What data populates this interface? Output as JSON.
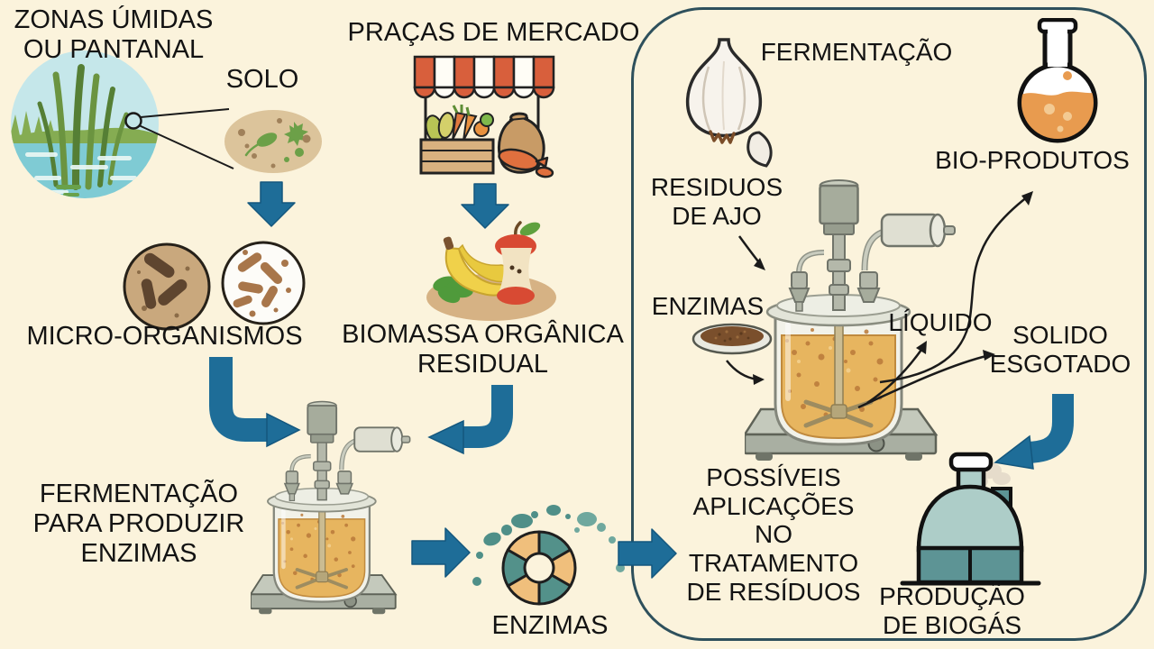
{
  "labels": {
    "wetlands": "ZONAS ÚMIDAS\nOU PANTANAL",
    "soil": "SOLO",
    "market": "PRAÇAS DE MERCADO",
    "microorganisms": "MICRO-ORGANISMOS",
    "biomass": "BIOMASSA ORGÂNICA\nRESIDUAL",
    "fermentation_left": "FERMENTAÇÃO\nPARA PRODUZIR\nENZIMAS",
    "enzymes_left": "ENZIMAS",
    "fermentation_right": "FERMENTAÇÃO",
    "bioproducts": "BIO-PRODUTOS",
    "garlic_waste": "RESIDUOS\nDE AJO",
    "enzymes_right": "ENZIMAS",
    "liquid": "LÍQUIDO",
    "spent_solid": "SOLIDO\nESGOTADO",
    "applications": "POSSÍVEIS\nAPLICAÇÕES\nNO\nTRATAMENTO\nDE RESÍDUOS",
    "biogas": "PRODUÇÃO\nDE BIOGÁS"
  },
  "colors": {
    "background": "#FBF3DC",
    "flow_arrow_blue": "#1E6D98",
    "panel_border": "#2E505C",
    "text": "#131313",
    "enzyme_teal": "#53918A",
    "enzyme_orange": "#F0BF7C",
    "broth_amber": "#E7B55F",
    "biogas_light_teal": "#ADCDC8",
    "biogas_dark_teal": "#5D9495",
    "awning_red": "#D85F3C"
  },
  "icons": [
    "wetland-pond-icon",
    "soil-sample-icon",
    "magnifier-link-icon",
    "market-stall-icon",
    "microbes-plate-icon",
    "fruit-waste-icon",
    "bioreactor-icon",
    "enzymes-donut-icon",
    "garlic-icon",
    "flask-icon",
    "petri-dish-icon",
    "biogas-tank-icon",
    "flow-arrow-icon"
  ]
}
